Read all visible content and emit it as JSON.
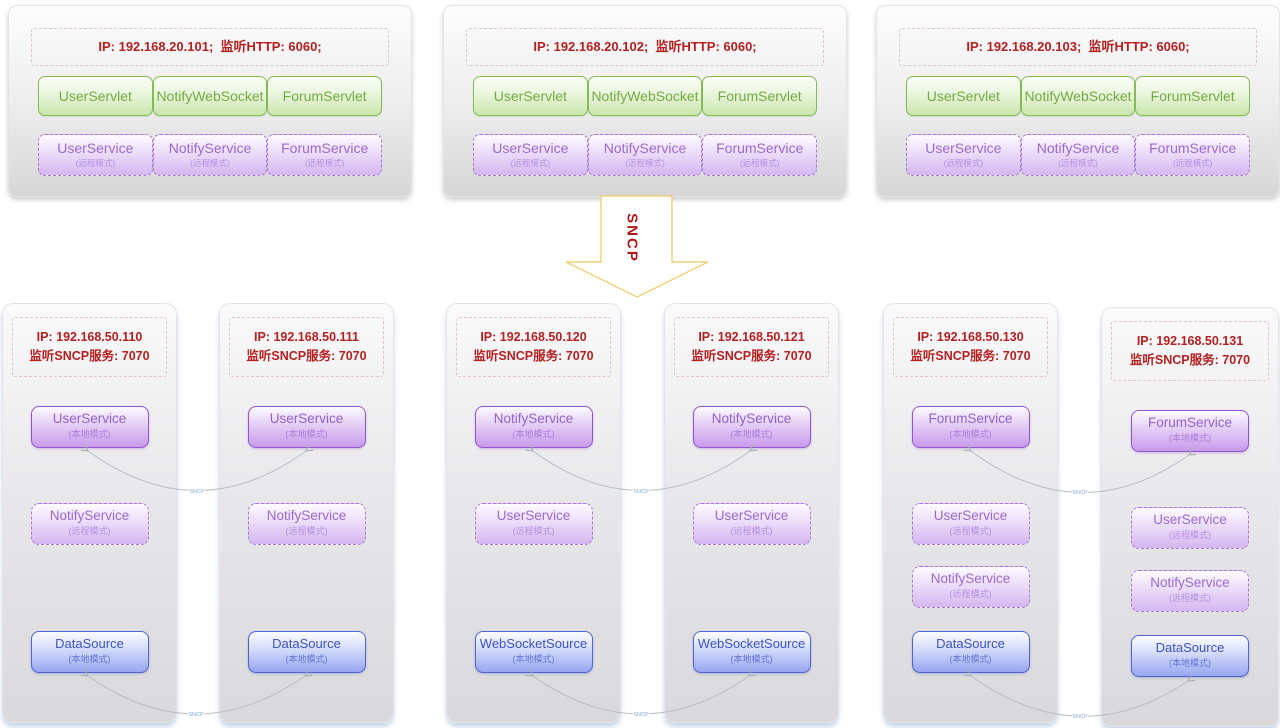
{
  "top_servers": [
    {
      "header": "IP: 192.168.20.101;  监听HTTP: 6060;",
      "servlets": [
        "UserServlet",
        "NotifyWebSocket",
        "ForumServlet"
      ],
      "services": [
        {
          "name": "UserService",
          "mode": "(远程模式)"
        },
        {
          "name": "NotifyService",
          "mode": "(远程模式)"
        },
        {
          "name": "ForumService",
          "mode": "(远程模式)"
        }
      ]
    },
    {
      "header": "IP: 192.168.20.102;  监听HTTP: 6060;",
      "servlets": [
        "UserServlet",
        "NotifyWebSocket",
        "ForumServlet"
      ],
      "services": [
        {
          "name": "UserService",
          "mode": "(远程模式)"
        },
        {
          "name": "NotifyService",
          "mode": "(远程模式)"
        },
        {
          "name": "ForumService",
          "mode": "(远程模式)"
        }
      ]
    },
    {
      "header": "IP: 192.168.20.103;  监听HTTP: 6060;",
      "servlets": [
        "UserServlet",
        "NotifyWebSocket",
        "ForumServlet"
      ],
      "services": [
        {
          "name": "UserService",
          "mode": "(远程模式)"
        },
        {
          "name": "NotifyService",
          "mode": "(远程模式)"
        },
        {
          "name": "ForumService",
          "mode": "(远程模式)"
        }
      ]
    }
  ],
  "sncp_arrow": {
    "label": "SNCP"
  },
  "connector_label": "SNCP",
  "bottom_servers": [
    {
      "ip": "IP: 192.168.50.110",
      "listen": "监听SNCP服务: 7070",
      "services": [
        {
          "name": "UserService",
          "mode": "(本地模式)",
          "kind": "local"
        },
        {
          "name": "NotifyService",
          "mode": "(远程模式)",
          "kind": "remote"
        },
        {
          "name": "DataSource",
          "mode": "(本地模式)",
          "kind": "source"
        }
      ]
    },
    {
      "ip": "IP: 192.168.50.111",
      "listen": "监听SNCP服务: 7070",
      "services": [
        {
          "name": "UserService",
          "mode": "(本地模式)",
          "kind": "local"
        },
        {
          "name": "NotifyService",
          "mode": "(远程模式)",
          "kind": "remote"
        },
        {
          "name": "DataSource",
          "mode": "(本地模式)",
          "kind": "source"
        }
      ]
    },
    {
      "ip": "IP: 192.168.50.120",
      "listen": "监听SNCP服务: 7070",
      "services": [
        {
          "name": "NotifyService",
          "mode": "(本地模式)",
          "kind": "local"
        },
        {
          "name": "UserService",
          "mode": "(远程模式)",
          "kind": "remote"
        },
        {
          "name": "WebSocketSource",
          "mode": "(本地模式)",
          "kind": "source"
        }
      ]
    },
    {
      "ip": "IP: 192.168.50.121",
      "listen": "监听SNCP服务: 7070",
      "services": [
        {
          "name": "NotifyService",
          "mode": "(本地模式)",
          "kind": "local"
        },
        {
          "name": "UserService",
          "mode": "(远程模式)",
          "kind": "remote"
        },
        {
          "name": "WebSocketSource",
          "mode": "(本地模式)",
          "kind": "source"
        }
      ]
    },
    {
      "ip": "IP: 192.168.50.130",
      "listen": "监听SNCP服务: 7070",
      "services": [
        {
          "name": "ForumService",
          "mode": "(本地模式)",
          "kind": "local"
        },
        {
          "name": "UserService",
          "mode": "(远程模式)",
          "kind": "remote"
        },
        {
          "name": "NotifyService",
          "mode": "(远程模式)",
          "kind": "remote"
        },
        {
          "name": "DataSource",
          "mode": "(本地模式)",
          "kind": "source"
        }
      ]
    },
    {
      "ip": "IP: 192.168.50.131",
      "listen": "监听SNCP服务: 7070",
      "services": [
        {
          "name": "ForumService",
          "mode": "(本地模式)",
          "kind": "local"
        },
        {
          "name": "UserService",
          "mode": "(远程模式)",
          "kind": "remote"
        },
        {
          "name": "NotifyService",
          "mode": "(远程模式)",
          "kind": "remote"
        },
        {
          "name": "DataSource",
          "mode": "(本地模式)",
          "kind": "source"
        }
      ]
    }
  ],
  "colors": {
    "red_text": "#b42020",
    "green_border": "#85bb57",
    "purple_border": "#a379d6",
    "blue_border": "#4f64cf",
    "arrow_outline": "#f0cf7a",
    "connector_line": "#b8bcc0"
  }
}
